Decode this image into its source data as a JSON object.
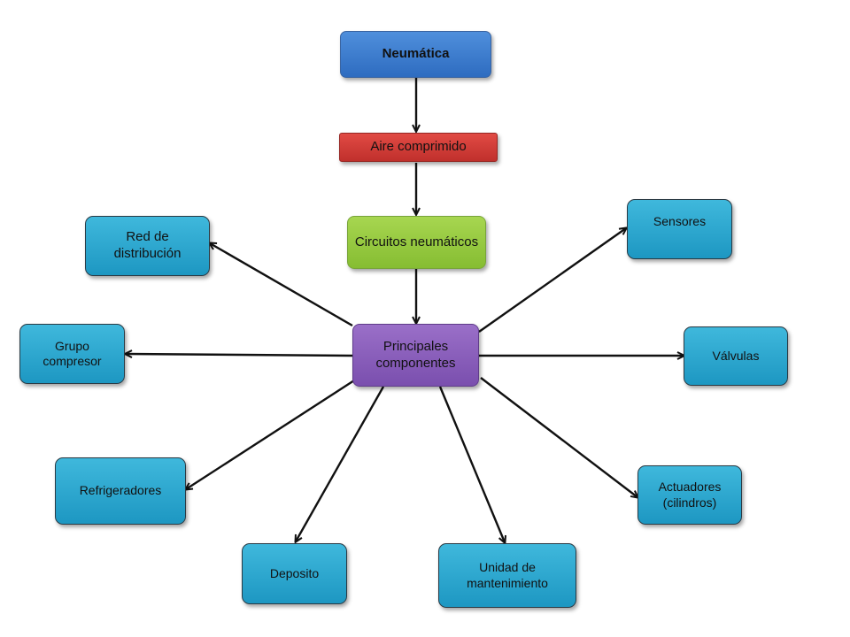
{
  "diagram": {
    "nodes": {
      "neumatica": "Neumática",
      "aire_comprimido": "Aire comprimido",
      "circuitos_neumaticos": "Circuitos neumáticos",
      "principales_componentes": "Principales componentes",
      "red_de_distribucion": "Red de distribución",
      "grupo_compresor": "Grupo compresor",
      "refrigeradores": "Refrigeradores",
      "deposito": "Deposito",
      "unidad_de_mantenimiento": "Unidad de mantenimiento",
      "actuadores": "Actuadores (cilindros)",
      "valvulas": "Válvulas",
      "sensores": "Sensores"
    },
    "colors": {
      "root": "#2e6cc0",
      "air": "#c0302c",
      "circuits": "#86bd32",
      "hub": "#7a4fae",
      "component": "#1d97c2",
      "arrow": "#111111"
    }
  }
}
